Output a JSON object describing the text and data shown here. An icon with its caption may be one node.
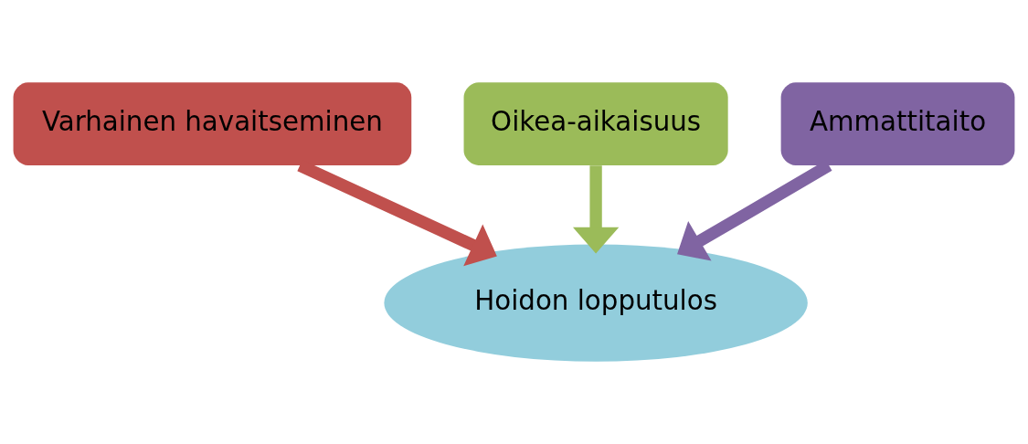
{
  "diagram": {
    "nodes": [
      {
        "text": [
          "Varhainen havaitseminen"
        ]
      },
      {
        "text": [
          "Oikea-aikaisuus"
        ]
      },
      {
        "text": [
          "Ammattitaito"
        ]
      },
      {
        "text": [
          "Hoidon lopputulos"
        ]
      }
    ],
    "edges": [
      {
        "from": 0,
        "to": 3,
        "arrow": "to",
        "color": "#c0504d"
      },
      {
        "from": 1,
        "to": 3,
        "arrow": "to",
        "color": "#9bbb59"
      },
      {
        "from": 2,
        "to": 3,
        "arrow": "to",
        "color": "#8064a2"
      }
    ]
  }
}
